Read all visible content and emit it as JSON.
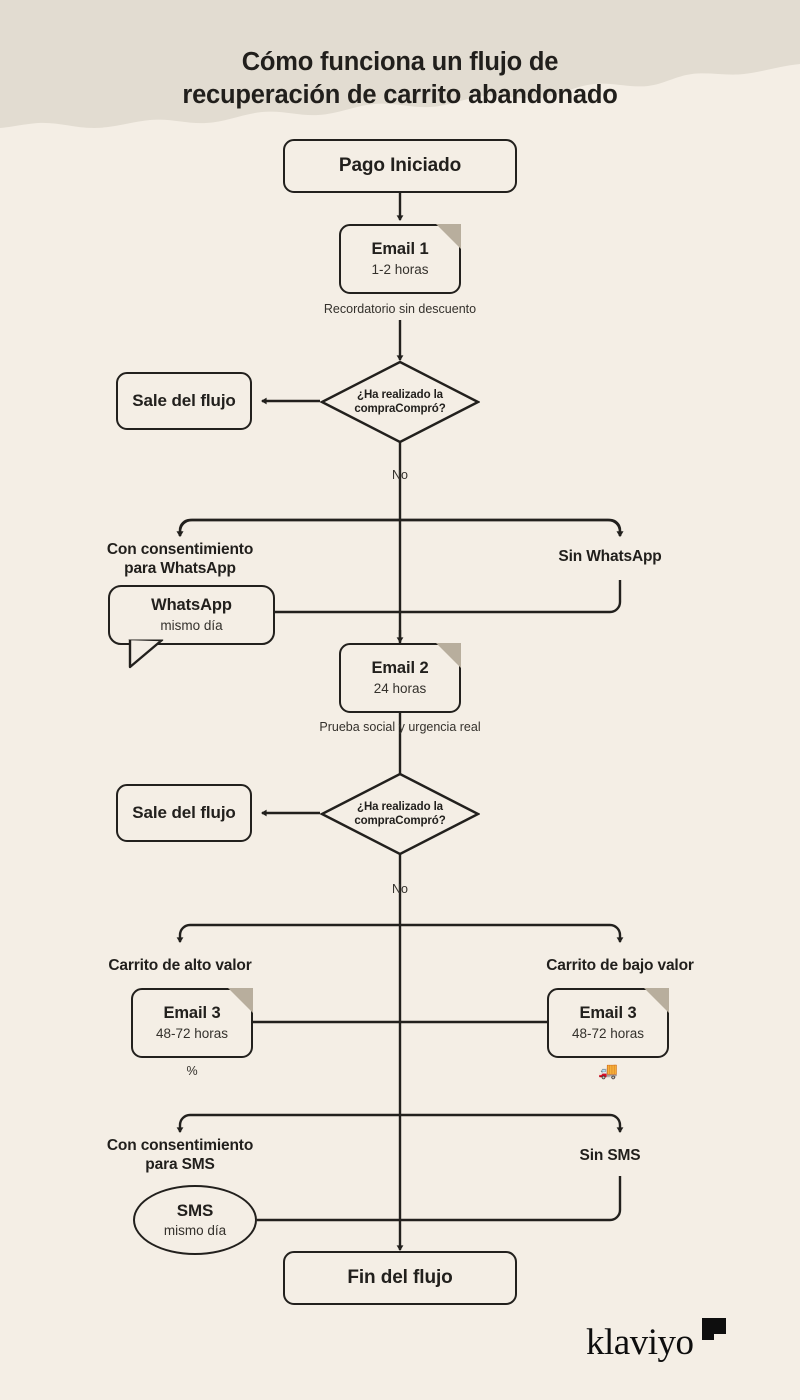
{
  "meta": {
    "bg_color": "#F4EEE5",
    "band_color": "#E2DCD1",
    "ink_color": "#22201D",
    "fold_color": "#B8AE9D"
  },
  "title": {
    "line1": "Cómo funciona un flujo de",
    "line2": "recuperación de carrito abandonado"
  },
  "nodes": {
    "start": {
      "label": "Pago Iniciado"
    },
    "email1": {
      "label": "Email 1",
      "timing": "1-2 horas",
      "caption": "Recordatorio sin descuento"
    },
    "decision1": {
      "label": "¿Ha realizado la compraCompró?",
      "no_label": "No"
    },
    "exit1": {
      "label": "Sale del flujo"
    },
    "whatsapp": {
      "label": "WhatsApp",
      "timing": "mismo día"
    },
    "email2": {
      "label": "Email 2",
      "timing": "24 horas",
      "caption": "Prueba social y urgencia real"
    },
    "decision2": {
      "label": "¿Ha realizado la compraCompró?",
      "no_label": "No"
    },
    "exit2": {
      "label": "Sale del flujo"
    },
    "email3_high": {
      "label": "Email 3",
      "timing": "48-72 horas",
      "caption": "%"
    },
    "email3_low": {
      "label": "Email 3",
      "timing": "48-72 horas",
      "caption": "🚚"
    },
    "sms": {
      "label": "SMS",
      "timing": "mismo día"
    },
    "end": {
      "label": "Fin del flujo"
    }
  },
  "branches": {
    "whatsapp_yes": "Con consentimiento para WhatsApp",
    "whatsapp_no": "Sin WhatsApp",
    "cart_high": "Carrito de alto valor",
    "cart_low": "Carrito de bajo valor",
    "sms_yes": "Con consentimiento para SMS",
    "sms_no": "Sin SMS"
  },
  "branch_lines": {
    "whatsapp_yes_l1": "Con consentimiento",
    "whatsapp_yes_l2": "para WhatsApp",
    "sms_yes_l1": "Con consentimiento",
    "sms_yes_l2": "para SMS"
  },
  "logo": {
    "wordmark": "klaviyo"
  },
  "chart_data": {
    "type": "diagram",
    "diagram_kind": "flowchart",
    "title": "Cómo funciona un flujo de recuperación de carrito abandonado",
    "nodes": [
      {
        "id": "start",
        "shape": "rounded-rect",
        "text": "Pago Iniciado"
      },
      {
        "id": "email1",
        "shape": "document-card",
        "text": "Email 1",
        "sub": "1-2 horas",
        "caption": "Recordatorio sin descuento"
      },
      {
        "id": "decision1",
        "shape": "diamond",
        "text": "¿Ha realizado la compraCompró?"
      },
      {
        "id": "exit1",
        "shape": "rounded-rect",
        "text": "Sale del flujo"
      },
      {
        "id": "whatsapp",
        "shape": "speech-bubble",
        "text": "WhatsApp",
        "sub": "mismo día"
      },
      {
        "id": "email2",
        "shape": "document-card",
        "text": "Email 2",
        "sub": "24 horas",
        "caption": "Prueba social y urgencia real"
      },
      {
        "id": "decision2",
        "shape": "diamond",
        "text": "¿Ha realizado la compraCompró?"
      },
      {
        "id": "exit2",
        "shape": "rounded-rect",
        "text": "Sale del flujo"
      },
      {
        "id": "email3_high",
        "shape": "document-card",
        "text": "Email 3",
        "sub": "48-72 horas",
        "caption": "%"
      },
      {
        "id": "email3_low",
        "shape": "document-card",
        "text": "Email 3",
        "sub": "48-72 horas",
        "caption": "🚚"
      },
      {
        "id": "sms",
        "shape": "ellipse",
        "text": "SMS",
        "sub": "mismo día"
      },
      {
        "id": "end",
        "shape": "rounded-rect",
        "text": "Fin del flujo"
      }
    ],
    "edges": [
      {
        "from": "start",
        "to": "email1",
        "label": ""
      },
      {
        "from": "email1",
        "to": "decision1",
        "label": ""
      },
      {
        "from": "decision1",
        "to": "exit1",
        "label": ""
      },
      {
        "from": "decision1",
        "to": "whatsapp",
        "label": "No / Con consentimiento para WhatsApp"
      },
      {
        "from": "decision1",
        "to": "email2",
        "label": "No / Sin WhatsApp"
      },
      {
        "from": "whatsapp",
        "to": "email2",
        "label": ""
      },
      {
        "from": "email2",
        "to": "decision2",
        "label": ""
      },
      {
        "from": "decision2",
        "to": "exit2",
        "label": ""
      },
      {
        "from": "decision2",
        "to": "email3_high",
        "label": "No / Carrito de alto valor"
      },
      {
        "from": "decision2",
        "to": "email3_low",
        "label": "No / Carrito de bajo valor"
      },
      {
        "from": "email3_high",
        "to": "sms",
        "label": "Con consentimiento para SMS"
      },
      {
        "from": "email3_low",
        "to": "end",
        "label": "Sin SMS"
      },
      {
        "from": "sms",
        "to": "end",
        "label": ""
      }
    ]
  }
}
